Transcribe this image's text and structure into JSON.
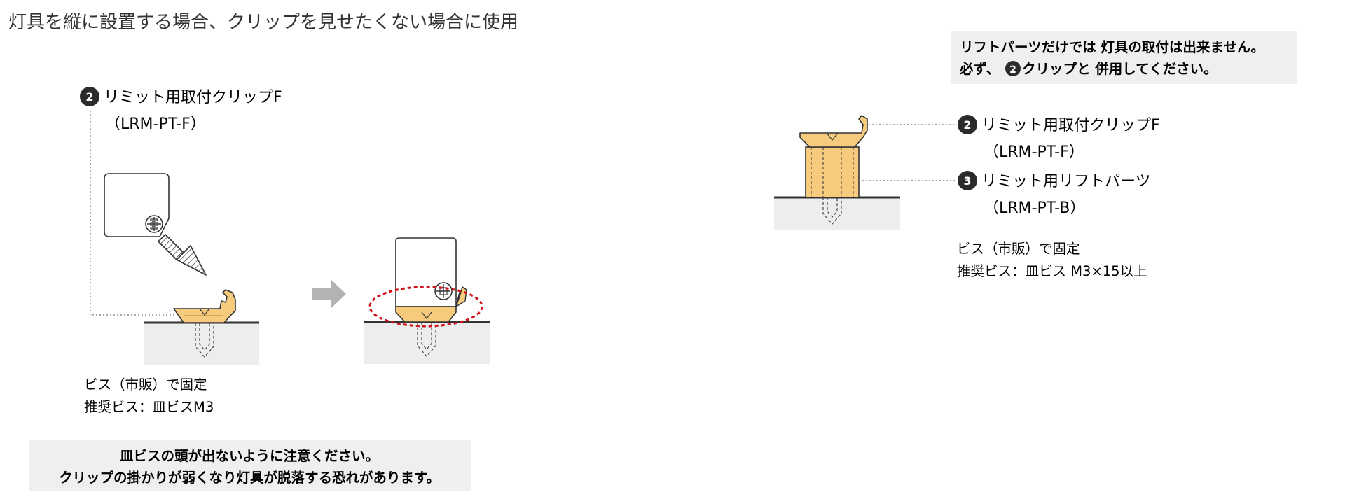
{
  "title": "灯具を縦に設置する場合、クリップを見せたくない場合に使用",
  "left": {
    "badge": "2",
    "clip_name": "リミット用取付クリップF",
    "clip_code": "（LRM-PT-F）",
    "screw_line1": "ビス（市販）で固定",
    "screw_line2": "推奨ビス：皿ビスM3",
    "note_line1": "皿ビスの頭が出ないように注意ください。",
    "note_line2": "クリップの掛かりが弱くなり灯具が脱落する恐れがあります。"
  },
  "right": {
    "note_line1": "リフトパーツだけでは 灯具の取付は出来ません。",
    "note_line2_prefix": "必ず、",
    "note_badge": "2",
    "note_line2_suffix": "クリップと 併用してください。",
    "clip_badge": "2",
    "clip_name": "リミット用取付クリップF",
    "clip_code": "（LRM-PT-F）",
    "lift_badge": "3",
    "lift_name": "リミット用リフトパーツ",
    "lift_code": "（LRM-PT-B）",
    "screw_line1": "ビス（市販）で固定",
    "screw_line2": "推奨ビス：皿ビス M3×15以上"
  },
  "colors": {
    "clip_fill": "#f7cb7d",
    "base_fill": "#eceeed",
    "badge": "#2b2b2b",
    "dashed_ellipse": "#d0121b",
    "arrow_gray": "#b3b3b3",
    "note_bg": "#efefef"
  }
}
